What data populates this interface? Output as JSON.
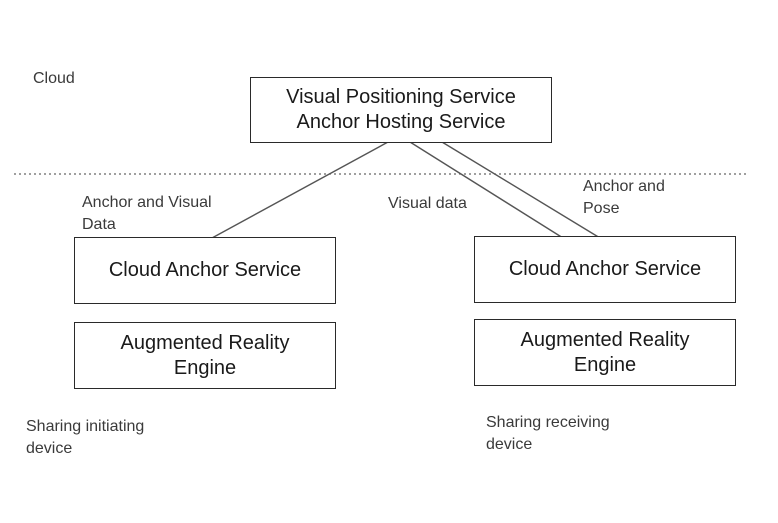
{
  "cloud_label": "Cloud",
  "cloud_box": {
    "line1": "Visual Positioning Service",
    "line2": "Anchor Hosting Service"
  },
  "left_device": {
    "service_label": "Cloud Anchor Service",
    "engine_line1": "Augmented Reality",
    "engine_line2": "Engine",
    "caption_line1": "Sharing initiating",
    "caption_line2": "device"
  },
  "right_device": {
    "service_label": "Cloud Anchor Service",
    "engine_line1": "Augmented Reality",
    "engine_line2": "Engine",
    "caption_line1": "Sharing receiving",
    "caption_line2": "device"
  },
  "arrows": {
    "upload_line1": "Anchor and Visual",
    "upload_line2": "Data",
    "visual_data": "Visual data",
    "response_line1": "Anchor and",
    "response_line2": "Pose"
  },
  "colors": {
    "line": "#555555",
    "border": "#2a2a2a",
    "text": "#1a1a1a"
  }
}
